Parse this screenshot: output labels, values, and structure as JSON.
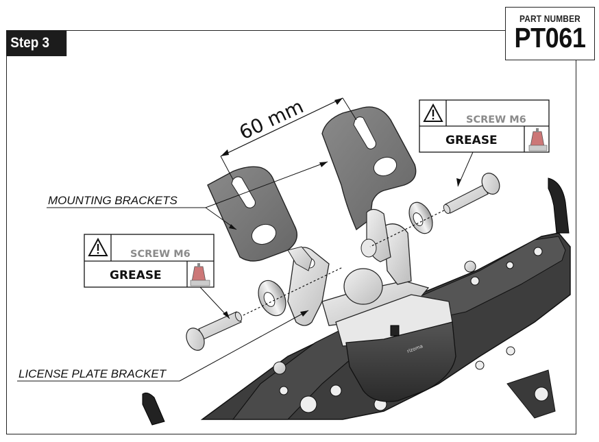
{
  "step": {
    "label": "Step 3"
  },
  "part": {
    "label": "PART NUMBER",
    "number": "PT061"
  },
  "dimension": {
    "text": "60 mm"
  },
  "callouts": {
    "mounting_brackets": "MOUNTING BRACKETS",
    "license_plate_bracket": "LICENSE PLATE BRACKET"
  },
  "warnings": {
    "right": {
      "screw": "SCREW M6",
      "grease": "GREASE"
    },
    "left": {
      "screw": "SCREW M6",
      "grease": "GREASE"
    }
  },
  "brand": {
    "text": "rizoma"
  },
  "colors": {
    "bracket_gray": "#7b7b7b",
    "part_light": "#d9d9d9",
    "plate_dark": "#3a3a3a",
    "tag_bg": "#1c1c1c"
  }
}
